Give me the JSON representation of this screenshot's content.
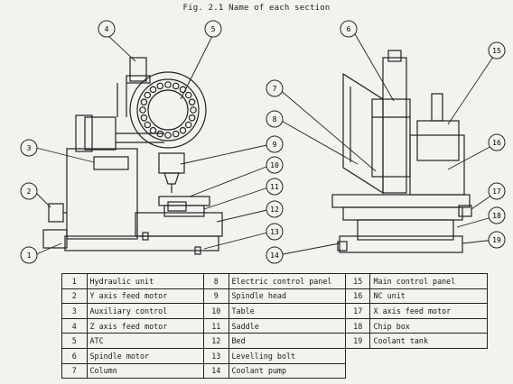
{
  "figure": {
    "caption": "Fig. 2.1  Name of each section"
  },
  "callouts": [
    {
      "num": "1"
    },
    {
      "num": "2"
    },
    {
      "num": "3"
    },
    {
      "num": "4"
    },
    {
      "num": "5"
    },
    {
      "num": "6"
    },
    {
      "num": "7"
    },
    {
      "num": "8"
    },
    {
      "num": "9"
    },
    {
      "num": "10"
    },
    {
      "num": "11"
    },
    {
      "num": "12"
    },
    {
      "num": "13"
    },
    {
      "num": "14"
    },
    {
      "num": "15"
    },
    {
      "num": "16"
    },
    {
      "num": "17"
    },
    {
      "num": "18"
    },
    {
      "num": "19"
    }
  ],
  "legend": {
    "rows": [
      [
        {
          "num": "1",
          "label": "Hydraulic unit"
        },
        {
          "num": "8",
          "label": "Electric control panel"
        },
        {
          "num": "15",
          "label": "Main control panel"
        }
      ],
      [
        {
          "num": "2",
          "label": "Y axis feed motor"
        },
        {
          "num": "9",
          "label": "Spindle head"
        },
        {
          "num": "16",
          "label": "NC unit"
        }
      ],
      [
        {
          "num": "3",
          "label": "Auxiliary control"
        },
        {
          "num": "10",
          "label": "Table"
        },
        {
          "num": "17",
          "label": "X axis feed motor"
        }
      ],
      [
        {
          "num": "4",
          "label": "Z axis feed motor"
        },
        {
          "num": "11",
          "label": "Saddle"
        },
        {
          "num": "18",
          "label": "Chip box"
        }
      ],
      [
        {
          "num": "5",
          "label": "ATC"
        },
        {
          "num": "12",
          "label": "Bed"
        },
        {
          "num": "19",
          "label": "Coolant tank"
        }
      ],
      [
        {
          "num": "6",
          "label": "Spindle motor"
        },
        {
          "num": "13",
          "label": "Levelling bolt"
        },
        null
      ],
      [
        {
          "num": "7",
          "label": "Column"
        },
        {
          "num": "14",
          "label": "Coolant pump"
        },
        null
      ]
    ]
  }
}
